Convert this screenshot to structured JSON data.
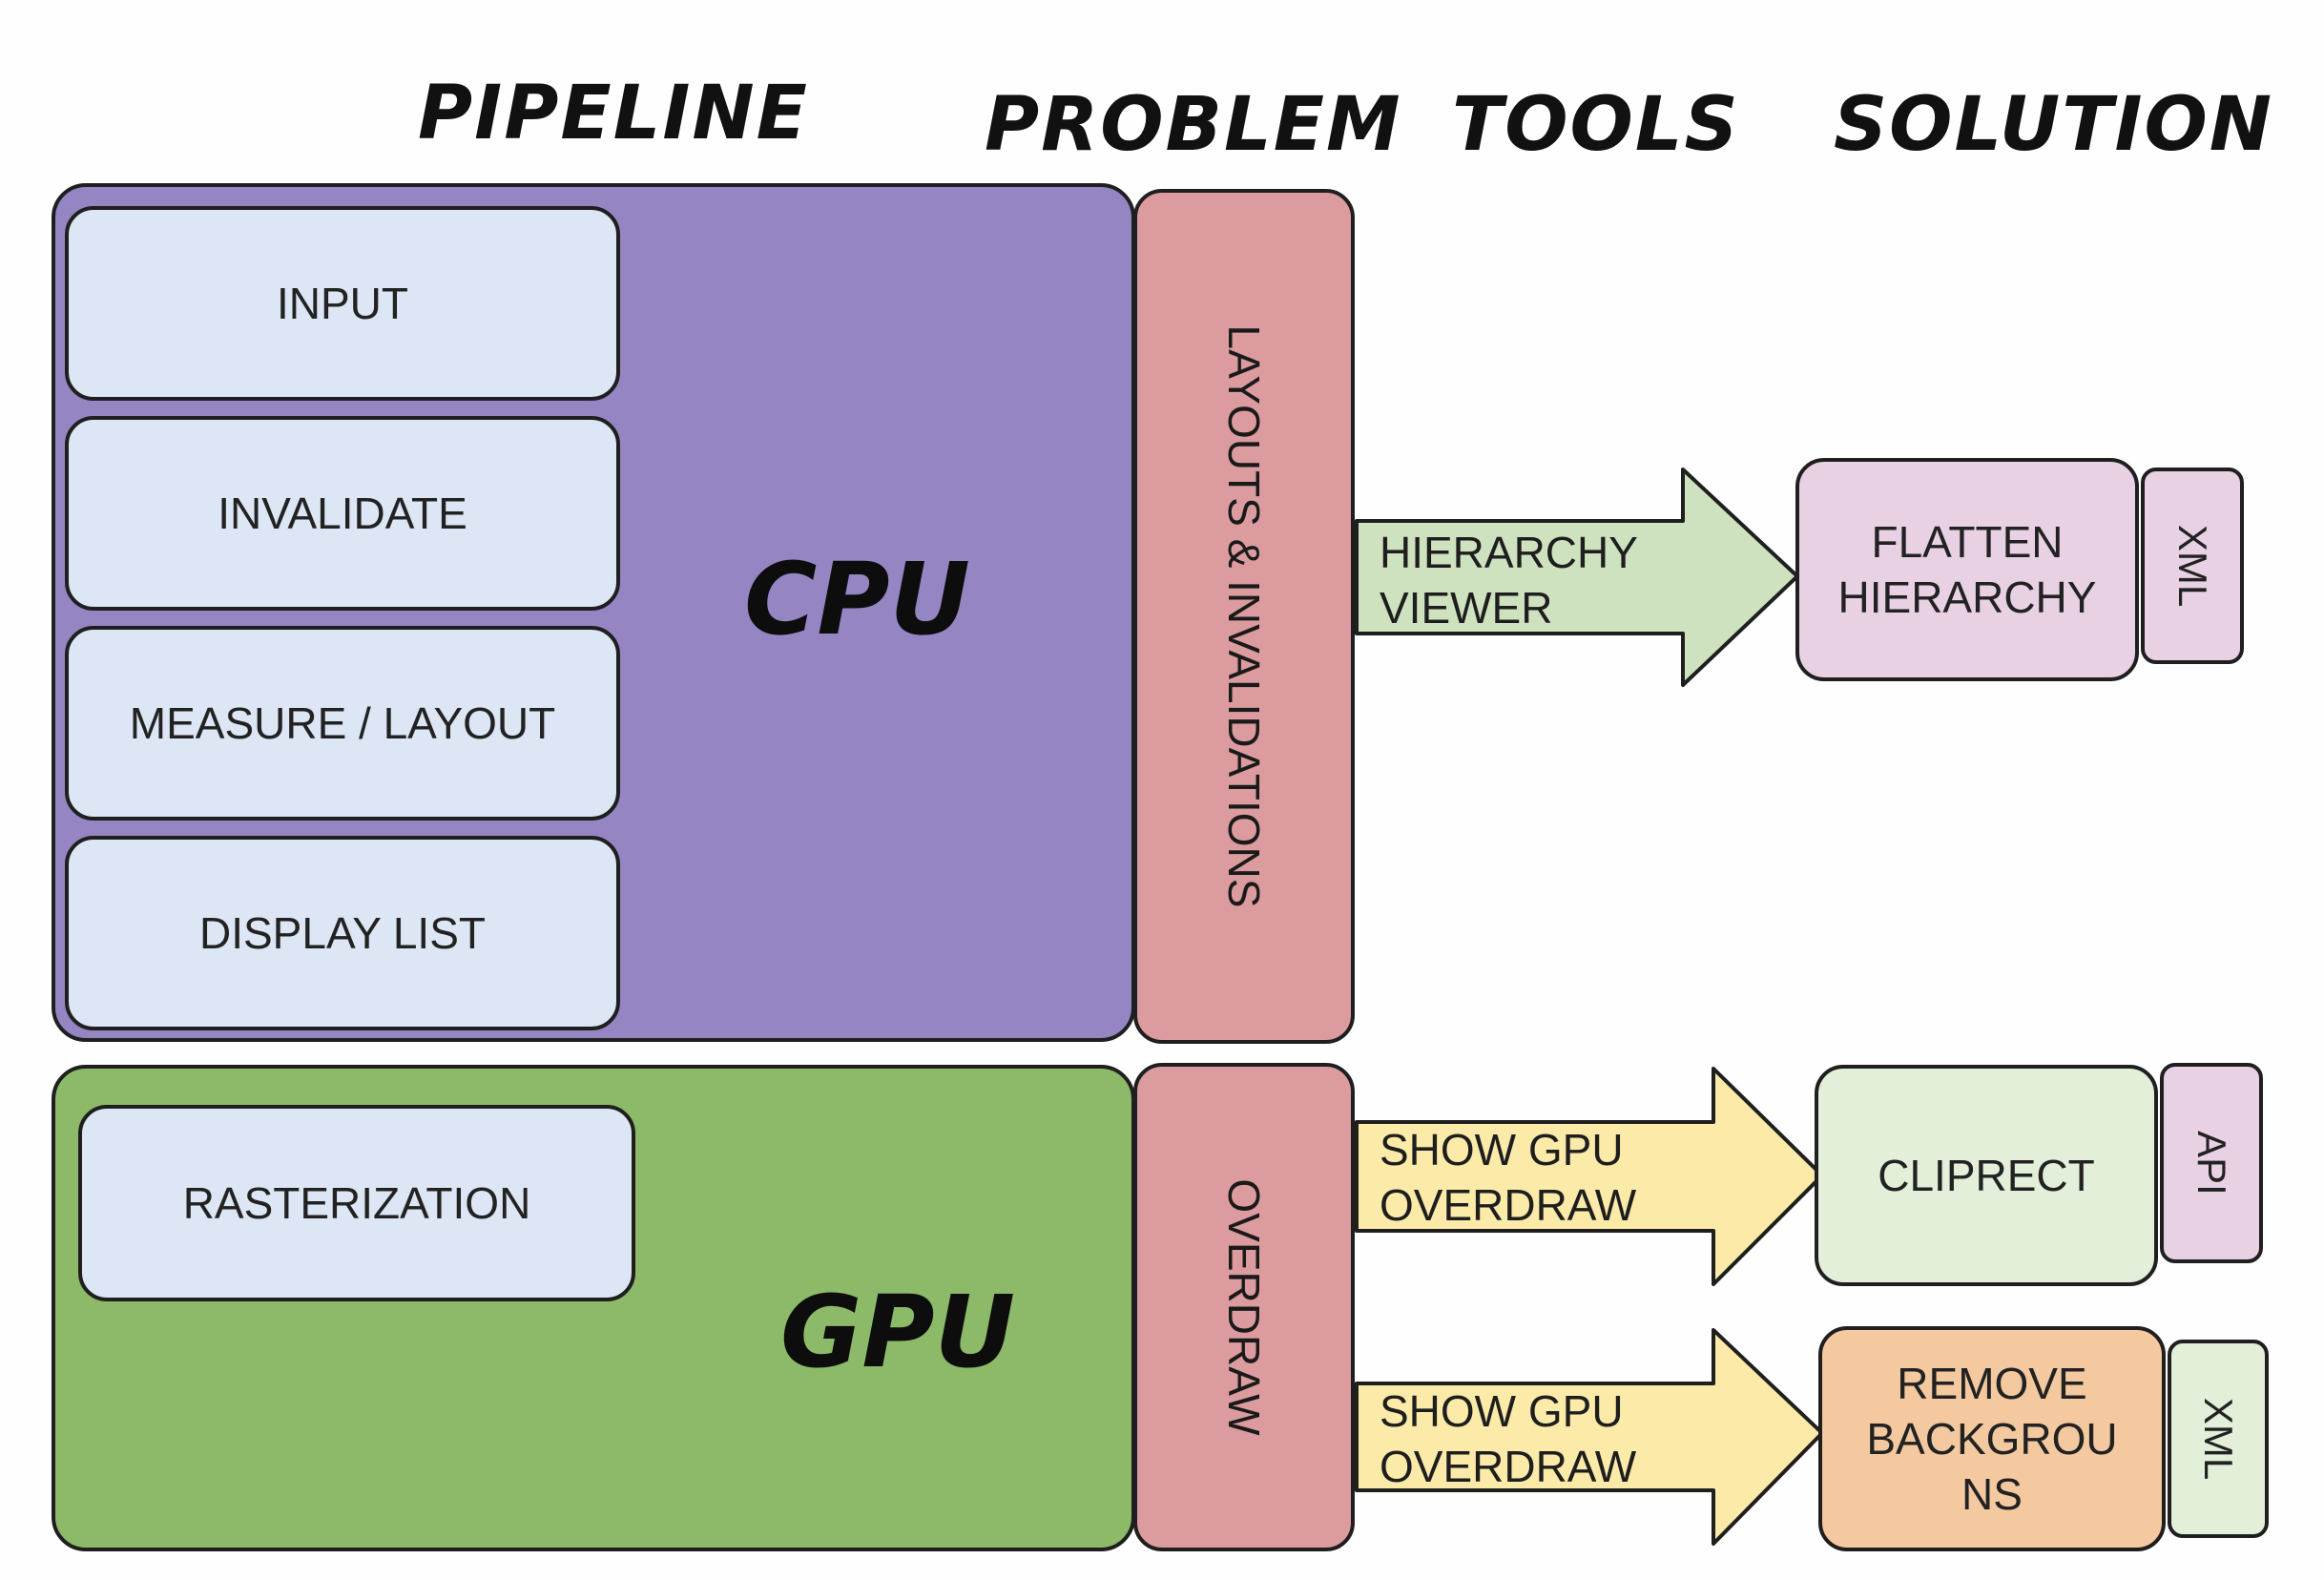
{
  "headings": {
    "pipeline": "PIPELINE",
    "problem": "PROBLEM",
    "tools": "TOOLS",
    "solution": "SOLUTION"
  },
  "cpu": {
    "label": "CPU",
    "stages": [
      "INPUT",
      "INVALIDATE",
      "MEASURE / LAYOUT",
      "DISPLAY LIST"
    ]
  },
  "gpu": {
    "label": "GPU",
    "stages": [
      "RASTERIZATION"
    ]
  },
  "problems": {
    "cpu": "LAYOUTS & INVALIDATIONS",
    "gpu": "OVERDRAW"
  },
  "tools": {
    "hierarchy": [
      "HIERARCHY",
      "VIEWER"
    ],
    "gpu_overdraw_1": [
      "SHOW GPU",
      "OVERDRAW"
    ],
    "gpu_overdraw_2": [
      "SHOW GPU",
      "OVERDRAW"
    ]
  },
  "solutions": {
    "flatten": {
      "lines": [
        "FLATTEN",
        "HIERARCHY"
      ],
      "tag": "XML"
    },
    "cliprect": {
      "lines": [
        "CLIPRECT"
      ],
      "tag": "API"
    },
    "remove": {
      "lines": [
        "REMOVE",
        "BACKGROU",
        "NS"
      ],
      "tag": "XML"
    }
  },
  "colors": {
    "cpu_panel": "#9585c3",
    "gpu_panel": "#8cba69",
    "stage": "#dce6f4",
    "problem": "#dc9c9f",
    "arrow_green": "#cfe2bf",
    "arrow_yellow": "#fbeaa8",
    "sol_pink": "#e9d1e4",
    "sol_green": "#e3efd9",
    "sol_orange": "#f4c99f"
  }
}
